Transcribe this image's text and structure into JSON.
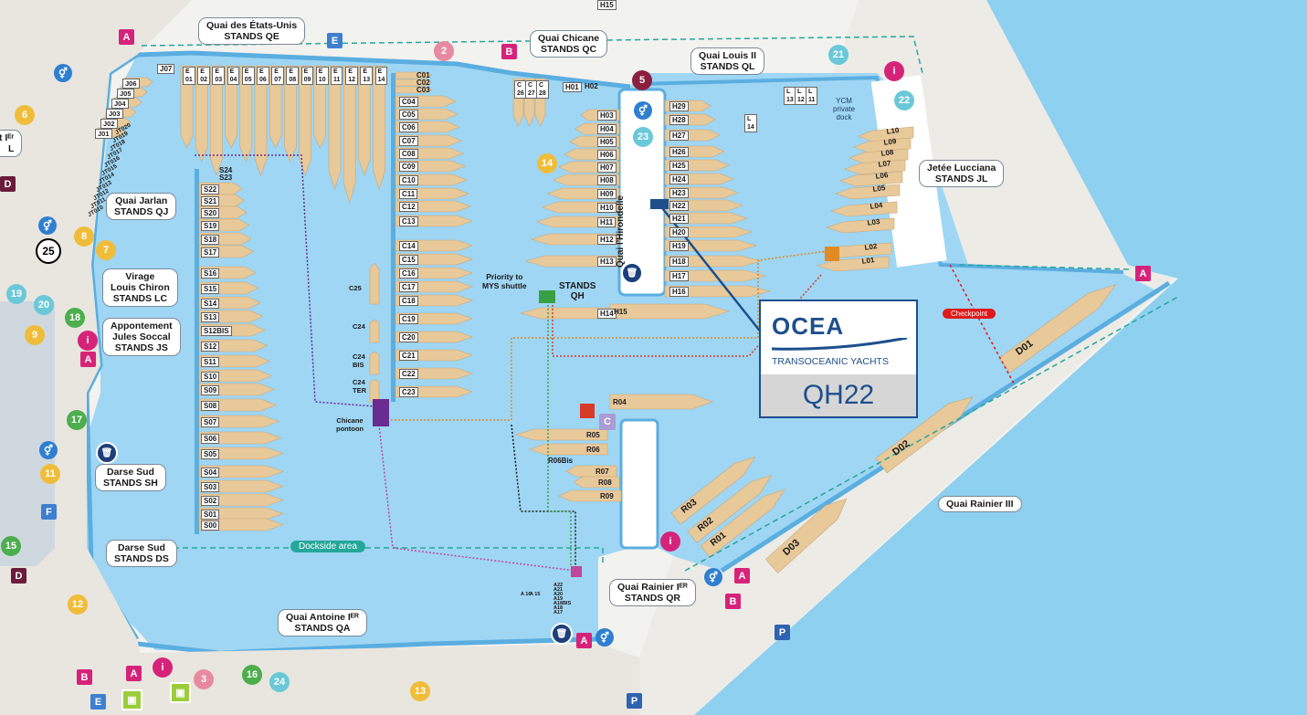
{
  "quays": {
    "etats_unis": "Quai des États-Unis\nSTANDS QE",
    "chicane": "Quai Chicane\nSTANDS QC",
    "louis_ii": "Quai Louis II\nSTANDS QL",
    "jetee": "Jetée Lucciana\nSTANDS JL",
    "jarlan": "Quai Jarlan\nSTANDS QJ",
    "virage": "Virage\nLouis Chiron\nSTANDS LC",
    "appontement": "Appontement\nJules Soccal\nSTANDS JS",
    "darse_sud_sh": "Darse Sud\nSTANDS SH",
    "darse_sud_ds": "Darse Sud\nSTANDS DS",
    "antoine": "Quai Antoine Iᴱᴿ\nSTANDS QA",
    "rainier_i": "Quai Rainier Iᴱᴿ\nSTANDS QR",
    "rainier_iii": "Quai Rainier III",
    "hirondelle": "Quai l'Hirondelle",
    "stands_qh": "STANDS\nQH",
    "left_cut": "t Iᴱʳ\nL"
  },
  "labels": {
    "priority": "Priority to\nMYS shuttle",
    "chicane_pontoon": "Chicane\npontoon",
    "dockside": "Dockside area",
    "checkpoint": "Checkpoint",
    "ycm": "YCM\nprivate\ndock"
  },
  "ocea": {
    "brand": "OCEA",
    "tagline": "TRANSOCEANIC YACHTS",
    "stand": "QH22"
  },
  "berths": {
    "qe": [
      "E 01",
      "E 02",
      "E 03",
      "E 04",
      "E 05",
      "E 06",
      "E 07",
      "E 08",
      "E 09",
      "E 10",
      "E 11",
      "E 12",
      "E 13",
      "E 14"
    ],
    "c": [
      "C01",
      "C02",
      "C03",
      "C04",
      "C05",
      "C06",
      "C07",
      "C08",
      "C09",
      "C10",
      "C11",
      "C12",
      "C13",
      "C14",
      "C15",
      "C16",
      "C17",
      "C18",
      "C19",
      "C20",
      "C21",
      "C22",
      "C23"
    ],
    "c_left": [
      "C25",
      "C24",
      "C24 BIS",
      "C24 TER"
    ],
    "s": [
      "S24",
      "S23",
      "S22",
      "S21",
      "S20",
      "S19",
      "S18",
      "S17",
      "S16",
      "S15",
      "S14",
      "S13",
      "S12BIS",
      "S12",
      "S11",
      "S10",
      "S09",
      "S08",
      "S07",
      "S06",
      "S05",
      "S04",
      "S03",
      "S02",
      "S01",
      "S00"
    ],
    "h_left": [
      "H01",
      "H02",
      "H03",
      "H04",
      "H05",
      "H06",
      "H07",
      "H08",
      "H09",
      "H10",
      "H11",
      "H12",
      "H13",
      "H14",
      "H15"
    ],
    "h_right": [
      "H29",
      "H28",
      "H27",
      "H26",
      "H25",
      "H24",
      "H23",
      "H22",
      "H21",
      "H20",
      "H19",
      "H18",
      "H17",
      "H16"
    ],
    "l": [
      "L10",
      "L09",
      "L08",
      "L07",
      "L06",
      "L05",
      "L04",
      "L03",
      "L02",
      "L01"
    ],
    "l_small": [
      "L 13",
      "L 12",
      "L 11",
      "L 14"
    ],
    "cc": [
      "C 26",
      "C 27",
      "C 28"
    ],
    "r": [
      "R04",
      "R05",
      "R06",
      "R06Bis",
      "R07",
      "R08",
      "R09",
      "R03",
      "R02",
      "R01"
    ],
    "d": [
      "D01",
      "D02",
      "D03"
    ],
    "j": [
      "J07",
      "J06",
      "J05",
      "J04",
      "J03",
      "J02",
      "J01",
      "JT020",
      "JT019",
      "JT018",
      "JT017",
      "JT016",
      "JT015",
      "JT014",
      "JT013",
      "JT012",
      "JT011",
      "JT010"
    ],
    "a": [
      "A22",
      "A21",
      "A20",
      "A19",
      "A18BIS",
      "A18",
      "A17",
      "A 16",
      "A 15"
    ]
  },
  "markers": {
    "numbers": [
      "2",
      "3",
      "5",
      "6",
      "7",
      "8",
      "9",
      "11",
      "12",
      "13",
      "14",
      "15",
      "16",
      "17",
      "18",
      "19",
      "20",
      "21",
      "22",
      "23",
      "24",
      "25"
    ],
    "letters": [
      "A",
      "B",
      "D",
      "E",
      "F",
      "P"
    ],
    "info": "i"
  },
  "colors": {
    "water": "#8ed0f0",
    "basin": "#9fd6f4",
    "quay": "#ffffff",
    "boat": "#e8c99a",
    "pink": "#d6237a",
    "maroon": "#6b1c3a",
    "blue_tag": "#3f7fd0",
    "dock_teal": "#25a89a",
    "orange": "#f0bd3a",
    "green": "#4cae4c",
    "cyan": "#6ac8d8",
    "ocea_blue": "#1d4f8c",
    "checkpoint_red": "#e01a1a"
  }
}
